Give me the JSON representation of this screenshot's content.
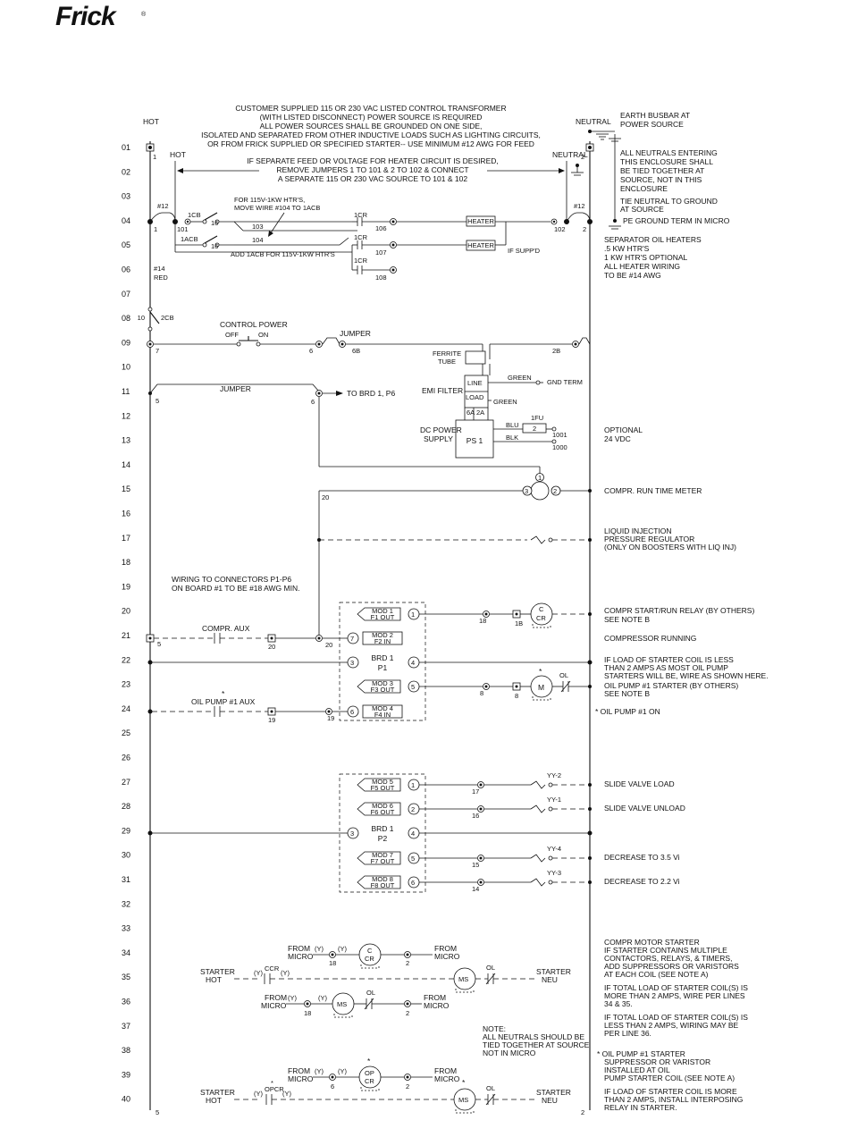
{
  "brand": {
    "logo_text": "Frick",
    "logo_mark": "®"
  },
  "line_numbers": [
    "01",
    "02",
    "03",
    "04",
    "05",
    "06",
    "07",
    "08",
    "09",
    "10",
    "11",
    "12",
    "13",
    "14",
    "15",
    "16",
    "17",
    "18",
    "19",
    "20",
    "21",
    "22",
    "23",
    "24",
    "25",
    "26",
    "27",
    "28",
    "29",
    "30",
    "31",
    "32",
    "33",
    "34",
    "35",
    "36",
    "37",
    "38",
    "39",
    "40"
  ],
  "header": {
    "hot": "HOT",
    "hot2": "HOT",
    "neutral": "NEUTRAL",
    "neutral2": "NEUTRAL",
    "earth_note": [
      "EARTH BUSBAR AT",
      "POWER SOURCE"
    ],
    "source_note": [
      "CUSTOMER SUPPLIED 115 OR 230 VAC LISTED CONTROL TRANSFORMER",
      "(WITH LISTED DISCONNECT) POWER SOURCE IS REQUIRED",
      "ALL POWER SOURCES SHALL BE GROUNDED ON ONE SIDE,",
      "ISOLATED AND SEPARATED FROM OTHER INDUCTIVE LOADS SUCH AS LIGHTING CIRCUITS,",
      "OR FROM FRICK SUPPLIED OR SPECIFIED STARTER-- USE MINIMUM #12 AWG FOR FEED"
    ],
    "separate_feed_note": [
      "IF SEPARATE FEED OR VOLTAGE FOR HEATER CIRCUIT IS DESIRED,",
      "REMOVE JUMPERS 1 TO 101 & 2 TO 102 & CONNECT",
      "A SEPARATE 115 OR 230 VAC SOURCE TO 101 & 102"
    ]
  },
  "right_notes": {
    "neutrals": [
      "ALL NEUTRALS ENTERING",
      "THIS ENCLOSURE SHALL",
      "BE TIED TOGETHER AT",
      "SOURCE, NOT IN THIS",
      "ENCLOSURE"
    ],
    "tie_neutral": [
      "TIE NEUTRAL TO GROUND",
      "AT SOURCE"
    ],
    "pe_ground": "PE GROUND TERM IN MICRO",
    "heaters": [
      "SEPARATOR OIL HEATERS",
      ".5 KW HTR'S",
      "1 KW HTR'S OPTIONAL",
      "ALL HEATER WIRING",
      "TO BE #14 AWG"
    ],
    "optional_24": [
      "OPTIONAL",
      "24 VDC"
    ],
    "run_time": "COMPR. RUN TIME METER",
    "liquid_inj": [
      "LIQUID INJECTION",
      "PRESSURE REGULATOR",
      "(ONLY ON BOOSTERS WITH LIQ INJ)"
    ],
    "start_relay": [
      "COMPR START/RUN RELAY (BY OTHERS)",
      "SEE NOTE B"
    ],
    "compressor_running": "COMPRESSOR RUNNING",
    "oil_pump_load": [
      "IF LOAD OF STARTER COIL IS LESS",
      "THAN 2 AMPS AS MOST OIL PUMP",
      "STARTERS WILL BE, WIRE AS SHOWN HERE."
    ],
    "oil_pump_starter": [
      "OIL PUMP #1 STARTER (BY OTHERS)",
      "SEE NOTE B"
    ],
    "oil_pump_on": "* OIL PUMP #1 ON",
    "slide_load": "SLIDE VALVE LOAD",
    "slide_unload": "SLIDE VALVE UNLOAD",
    "decrease_35": "DECREASE TO 3.5 Vi",
    "decrease_22": "DECREASE TO 2.2 Vi",
    "motor_starter": [
      "COMPR MOTOR STARTER",
      "IF STARTER CONTAINS MULTIPLE",
      "CONTACTORS, RELAYS, & TIMERS,",
      "ADD SUPPRESSORS OR VARISTORS",
      "AT EACH COIL (SEE NOTE A)"
    ],
    "total_more": [
      "IF TOTAL LOAD OF STARTER COIL(S) IS",
      "MORE THAN 2 AMPS, WIRE PER LINES",
      "34 & 35."
    ],
    "total_less": [
      "IF TOTAL LOAD OF STARTER COIL(S) IS",
      "LESS THAN 2 AMPS, WIRING MAY BE",
      "PER LINE 36."
    ],
    "oil_pump_suppressor": [
      "* OIL PUMP #1 STARTER",
      "SUPPRESSOR OR VARISTOR",
      "INSTALLED AT OIL",
      "PUMP STARTER COIL (SEE NOTE A)"
    ],
    "interposing": [
      "IF LOAD OF STARTER COIL IS MORE",
      "THAN 2 AMPS, INSTALL INTERPOSING",
      "RELAY IN STARTER."
    ]
  },
  "heater_section": {
    "move_wire": [
      "FOR 115V-1KW HTR'S,",
      "MOVE WIRE #104 TO 1ACB"
    ],
    "add_1acb": "ADD 1ACB FOR 115V-1KW HTR'S",
    "if_suppd": "IF SUPP'D",
    "heater": "HEATER",
    "gauge12a": "#12",
    "gauge12b": "#12",
    "gauge14": [
      "#14",
      "RED"
    ],
    "labels": {
      "t1": "1",
      "t2": "2",
      "t101": "101",
      "t102": "102",
      "t103": "103",
      "t104": "104",
      "t106": "106",
      "t107": "107",
      "t108": "108",
      "cb1": "1CB",
      "acb": "1ACB",
      "n16a": "16",
      "n16b": "16",
      "cr1": "1CR",
      "cr2": "1CR",
      "cr3": "1CR",
      "cb2": "2CB",
      "n10": "10"
    }
  },
  "power_section": {
    "control_power": "CONTROL POWER",
    "off": "OFF",
    "on": "ON",
    "jumper": "JUMPER",
    "jumper2": "JUMPER",
    "to_brd": "TO BRD 1, P6",
    "ferrite": [
      "FERRITE",
      "TUBE"
    ],
    "emi": "EMI FILTER",
    "line": "LINE",
    "load": "LOAD",
    "green": "GREEN",
    "green2": "GREEN",
    "gnd_term": "GND TERM",
    "dc_power": [
      "DC POWER",
      "SUPPLY"
    ],
    "ps1": "PS 1",
    "blu": "BLU",
    "blk": "BLK",
    "fu": "1FU",
    "fu_num": "2",
    "n1001": "1001",
    "n1000": "1000",
    "n6a": "6A",
    "n2a": "2A",
    "n6": "6",
    "n6b": "6",
    "n6bb": "6B",
    "n7": "7",
    "n2b": "2B",
    "n5": "5",
    "n20": "20"
  },
  "board_p1": {
    "note": [
      "WIRING TO CONNECTORS P1-P6",
      "ON BOARD #1 TO BE #18 AWG MIN."
    ],
    "brd": [
      "BRD 1",
      "P1"
    ],
    "mods": [
      {
        "name": "MOD 1",
        "sub": "F1 OUT",
        "pin": "1"
      },
      {
        "name": "MOD 2",
        "sub": "F2 IN",
        "pin": "7"
      },
      {
        "name": "MOD 3",
        "sub": "F3 OUT",
        "pin": "5"
      },
      {
        "name": "MOD 4",
        "sub": "F4 IN",
        "pin": "6"
      }
    ],
    "pin3": "3",
    "pin4": "4",
    "compr_aux": "COMPR. AUX",
    "oil_pump_aux": "OIL PUMP #1 AUX",
    "n5": "5",
    "n20a": "20",
    "n20b": "20",
    "n18": "18",
    "n1b": "1B",
    "n8a": "8",
    "n8b": "8",
    "n19a": "19",
    "n19b": "19",
    "cr": "CR",
    "c": "C",
    "m": "M",
    "ol": "OL",
    "star": "*",
    "star2": "*"
  },
  "board_p2": {
    "brd": [
      "BRD 1",
      "P2"
    ],
    "mods": [
      {
        "name": "MOD 5",
        "sub": "F5 OUT",
        "pin": "1",
        "wire": "17",
        "yy": "YY-2"
      },
      {
        "name": "MOD 6",
        "sub": "F6 OUT",
        "pin": "2",
        "wire": "16",
        "yy": "YY-1"
      },
      {
        "name": "MOD 7",
        "sub": "F7 OUT",
        "pin": "5",
        "wire": "15",
        "yy": "YY-4"
      },
      {
        "name": "MOD 8",
        "sub": "F8 OUT",
        "pin": "6",
        "wire": "14",
        "yy": "YY-3"
      }
    ],
    "pin3": "3",
    "pin4": "4"
  },
  "starter_section": {
    "from_micro": "FROM",
    "micro": "MICRO",
    "y": "(Y)",
    "starter": "STARTER",
    "hot": "HOT",
    "neu": "NEU",
    "ccr": "CCR",
    "opcr": "OPCR",
    "ms": "MS",
    "cr": "CR",
    "c": "C",
    "op": "OP",
    "ol": "OL",
    "n18": "18",
    "n2": "2",
    "n6": "6",
    "n5": "5",
    "star": "*",
    "note": [
      "NOTE:",
      "ALL NEUTRALS SHOULD BE",
      "TIED TOGETHER AT SOURCE",
      "NOT IN MICRO"
    ]
  }
}
